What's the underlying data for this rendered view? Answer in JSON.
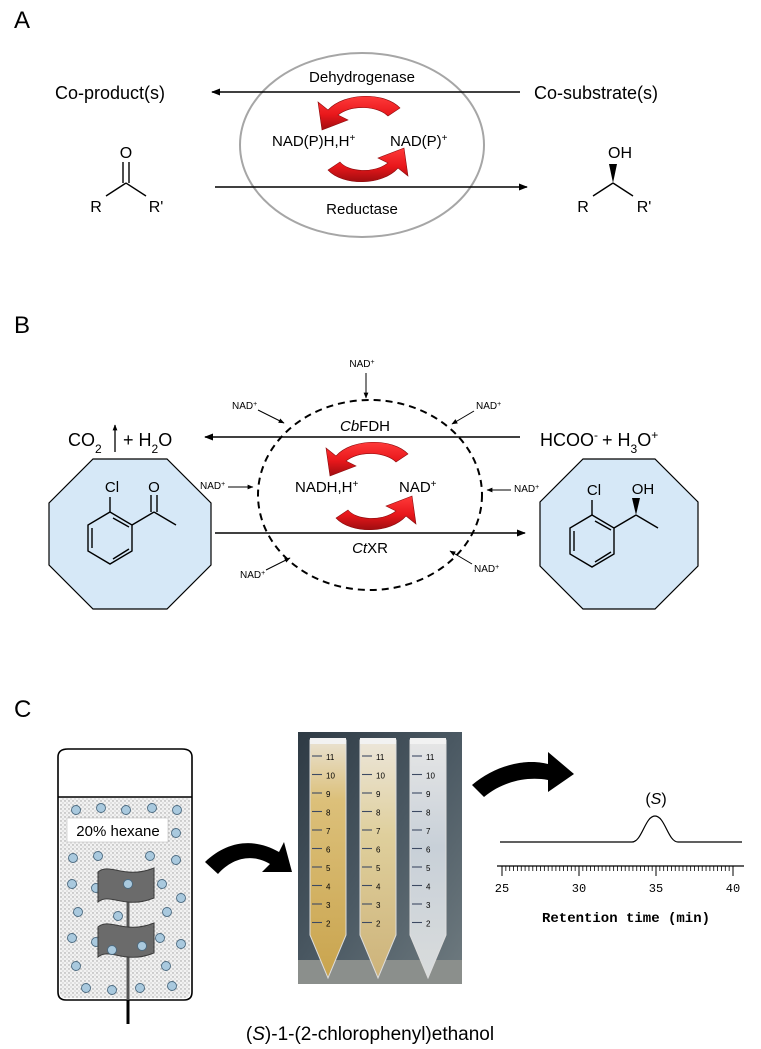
{
  "panel_a": {
    "letter": "A",
    "co_product": "Co-product(s)",
    "co_substrate": "Co-substrate(s)",
    "dehydrogenase": "Dehydrogenase",
    "reductase": "Reductase",
    "cofactor_reduced": "NAD(P)H,H",
    "cofactor_reduced_sup": "+",
    "cofactor_oxidized": "NAD(P)",
    "cofactor_oxidized_sup": "+",
    "ketone_o": "O",
    "ketone_r": "R",
    "ketone_r2": "R'",
    "alcohol_oh": "OH",
    "alcohol_r": "R",
    "alcohol_r2": "R'"
  },
  "panel_b": {
    "letter": "B",
    "co2": "CO",
    "co2_sub": "2",
    "plus_water": "+ H",
    "water_sub": "2",
    "water_o": "O",
    "formate": "HCOO",
    "formate_sup": "-",
    "plus_hydronium": "+ H",
    "hydronium_sub": "3",
    "hydronium_o": "O",
    "hydronium_sup": "+",
    "fdh_italic": "Cb",
    "fdh_rest": "FDH",
    "xr_italic": "Ct",
    "xr_rest": "XR",
    "nadh": "NADH,H",
    "nadh_sup": "+",
    "nad": "NAD",
    "nad_sup": "+",
    "nad_small": "NAD",
    "nad_small_sup": "+",
    "substrate_cl": "Cl",
    "substrate_o": "O",
    "product_cl": "Cl",
    "product_oh": "OH"
  },
  "panel_c": {
    "letter": "C",
    "hexane_label": "20% hexane",
    "peak_label_open": "(",
    "peak_label_s": "S",
    "peak_label_close": ")",
    "x_ticks": [
      "25",
      "30",
      "35",
      "40"
    ],
    "x_axis_label": "Retention time (min)",
    "product_name_open": "(",
    "product_name_s": "S",
    "product_name_rest": ")-1-(2-chlorophenyl)ethanol",
    "tube_marks": [
      "11",
      "10",
      "9",
      "8",
      "7",
      "6",
      "5",
      "4",
      "3",
      "2"
    ]
  },
  "colors": {
    "arrow_red": "#e8171b",
    "arrow_red_dark": "#9e0c0e",
    "octagon_fill": "#d6e8f7",
    "bead_fill": "#a9c9de",
    "flag_gray": "#6b6b6b"
  }
}
